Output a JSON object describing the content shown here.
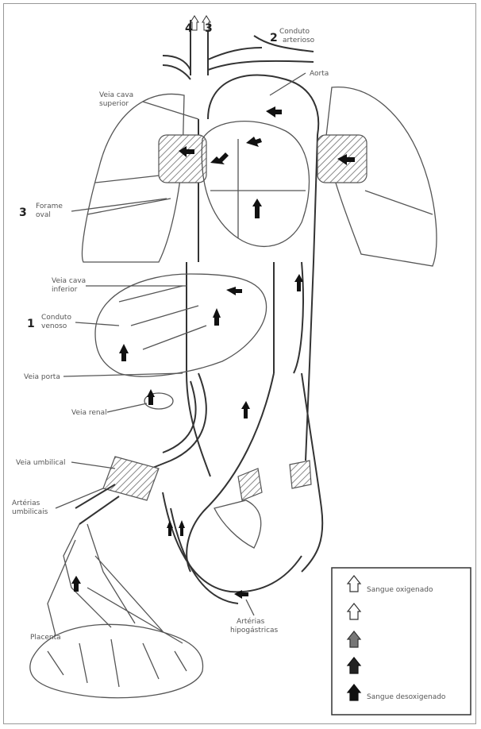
{
  "colors": {
    "line": "#555555",
    "arrow_oxygenated": "#ffffff",
    "arrow_deoxygenated": "#111111",
    "background": "#ffffff"
  },
  "labels": {
    "top_number": "4",
    "top_number_2": "3",
    "conduto_arterioso_number": "2",
    "conduto_arterioso": [
      "Conduto",
      "arterioso"
    ],
    "aorta": "Aorta",
    "veia_cava_superior": [
      "Veia cava",
      "superior"
    ],
    "forame_oval_number": "3",
    "forame_oval": [
      "Forame",
      "oval"
    ],
    "veia_cava_inferior": [
      "Veia cava",
      "inferior"
    ],
    "conduto_venoso_number": "1",
    "conduto_venoso": [
      "Conduto",
      "venoso"
    ],
    "veia_porta": "Veia porta",
    "veia_renal": "Veia renal",
    "veia_umbilical": "Veia umbilical",
    "arterias_umbilicais": [
      "Artérias",
      "umbilicais"
    ],
    "arterias_hipogastricas": [
      "Artérias",
      "hipogástricas"
    ],
    "placenta": "Placenta"
  },
  "legend": {
    "oxygenated": "Sangue oxigenado",
    "deoxygenated": "Sangue desoxigenado"
  }
}
